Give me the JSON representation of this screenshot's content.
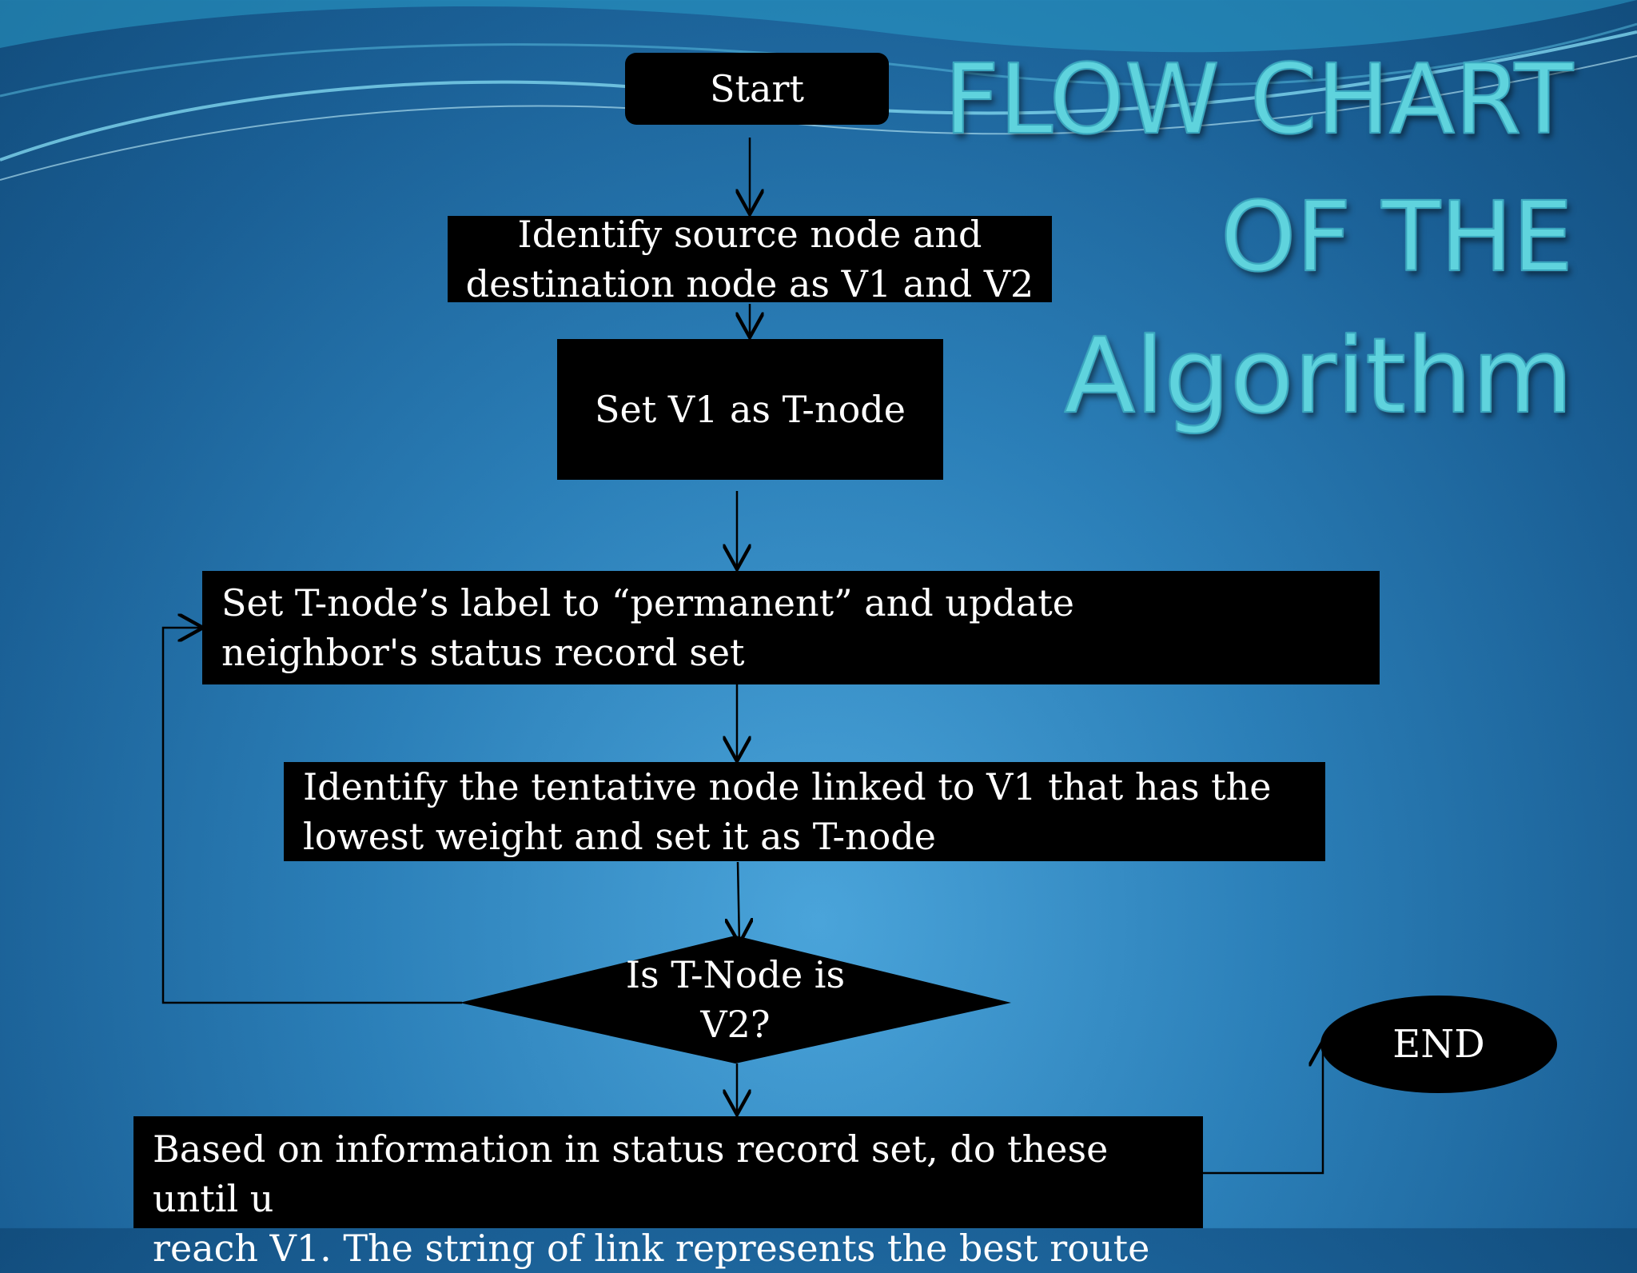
{
  "title": {
    "line1": "FLOW CHART",
    "line2": "OF THE",
    "line3": "Algorithm"
  },
  "flowchart": {
    "start": "Start",
    "step1_line1": "Identify source node and",
    "step1_line2": "destination node as V1 and V2",
    "step2": "Set V1 as T-node",
    "step3_line1": "Set T-node’s label to “permanent” and update",
    "step3_line2": "neighbor's status record set",
    "step4_line1": "Identify the tentative node linked to V1 that has the",
    "step4_line2": "lowest weight and set it as T-node",
    "decision_line1": "Is T-Node is",
    "decision_line2": "V2?",
    "step5_line1": "Based on information in status record set, do these until u",
    "step5_line2": "reach V1. The string of link represents the best route",
    "end": "END"
  }
}
